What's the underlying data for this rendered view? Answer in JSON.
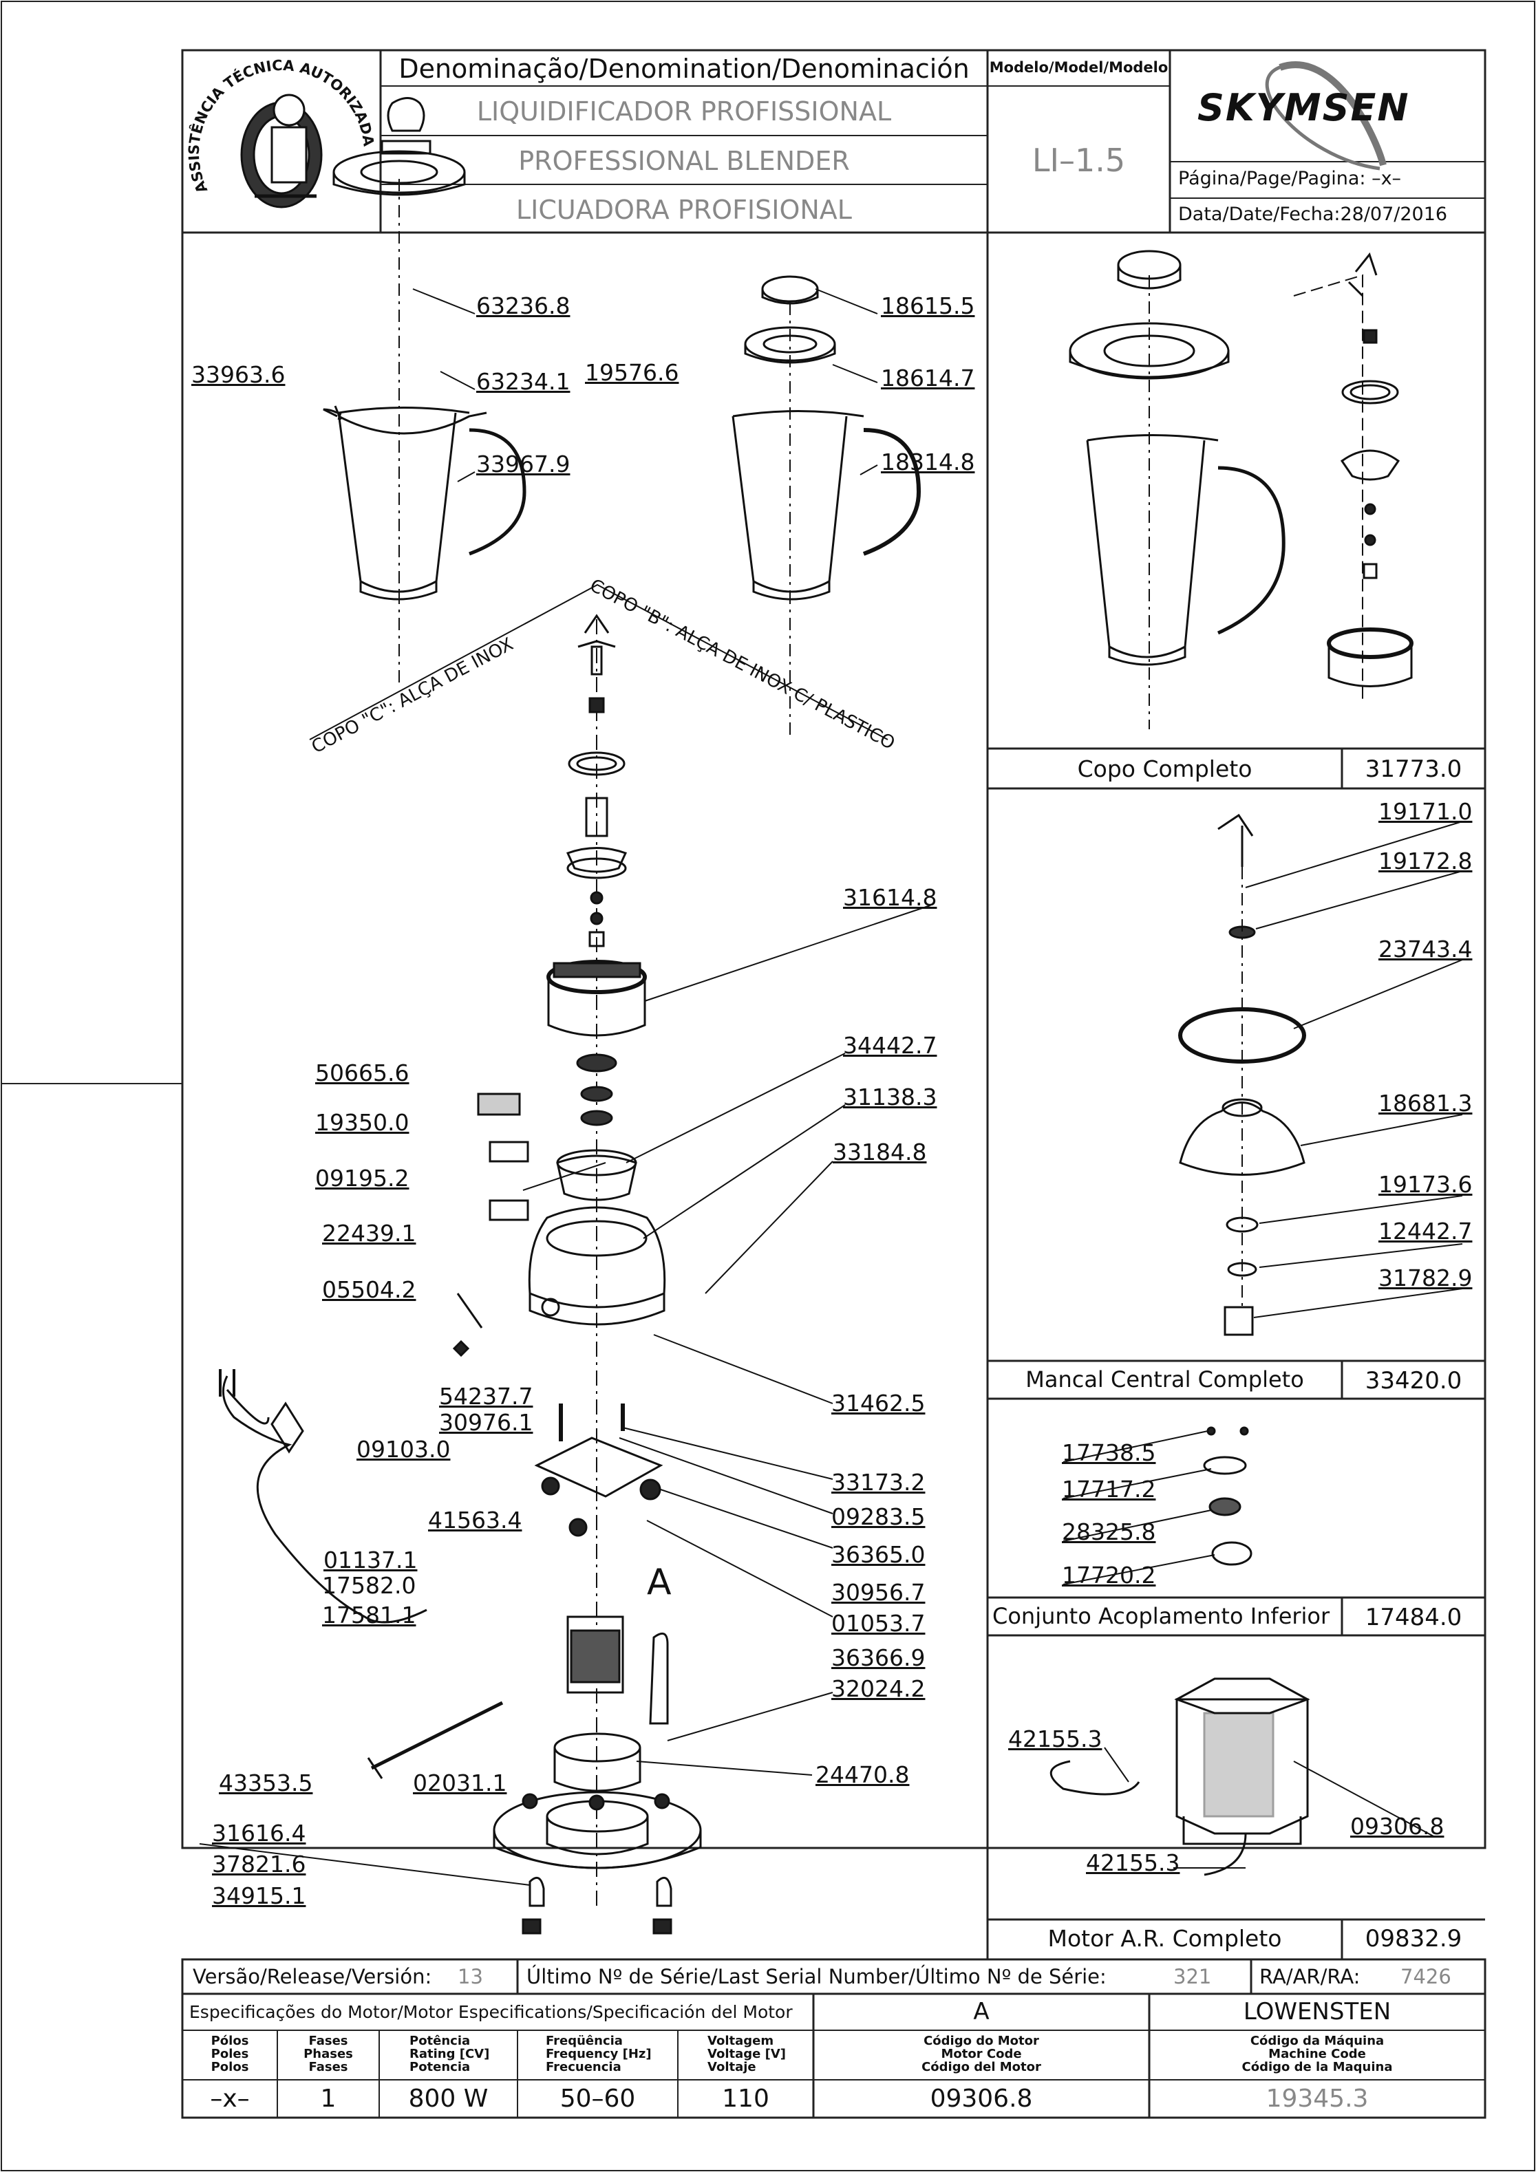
{
  "header": {
    "denomination_label": "Denominação/Denomination/Denominación",
    "name_pt": "LIQUIDIFICADOR  PROFISSIONAL",
    "name_en": "PROFESSIONAL  BLENDER",
    "name_es": "LICUADORA  PROFISIONAL",
    "model_label": "Modelo/Model/Modelo",
    "model_value": "LI–1.5",
    "brand": "SKYMSEN",
    "page_label": "Página/Page/Pagina:",
    "page_value": "–x–",
    "date_label": "Data/Date/Fecha:",
    "date_value": "28/07/2016",
    "seal_text": "ASSISTÊNCIA TÉCNICA AUTORIZADA"
  },
  "exploded_view": {
    "cup_c_caption": "COPO \"C\": ALÇA DE INOX",
    "cup_b_caption": "COPO \"B\": ALÇA DE INOX C/ PLASTICO",
    "detail_marker": "A",
    "labels": {
      "p63236": "63236.8",
      "p33963": "33963.6",
      "p63234": "63234.1",
      "p33967": "33967.9",
      "p18615": "18615.5",
      "p19576": "19576.6",
      "p18614": "18614.7",
      "p18314": "18314.8",
      "p31614": "31614.8",
      "p50665": "50665.6",
      "p34442": "34442.7",
      "p19350": "19350.0",
      "p31138": "31138.3",
      "p09195": "09195.2",
      "p33184": "33184.8",
      "p22439": "22439.1",
      "p05504": "05504.2",
      "p54237": "54237.7",
      "p31462": "31462.5",
      "p30976": "30976.1",
      "p09103": "09103.0",
      "p33173": "33173.2",
      "p09283": "09283.5",
      "p41563": "41563.4",
      "p36365": "36365.0",
      "p01137": "01137.1",
      "p30956": "30956.7",
      "p17582": "17582.0",
      "p17581": "17581.1",
      "p01053": "01053.7",
      "p36366": "36366.9",
      "p32024": "32024.2",
      "p43353": "43353.5",
      "p02031": "02031.1",
      "p24470": "24470.8",
      "p31616": "31616.4",
      "p37821": "37821.6",
      "p34915": "34915.1"
    }
  },
  "panels": {
    "cup": {
      "title": "Copo  Completo",
      "code": "31773.0"
    },
    "bearing": {
      "title": "Mancal  Central  Completo",
      "code": "33420.0",
      "labels": [
        "19171.0",
        "19172.8",
        "23743.4",
        "18681.3",
        "19173.6",
        "12442.7",
        "31782.9"
      ]
    },
    "coupling": {
      "title": "Conjunto  Acoplamento  Inferior",
      "code": "17484.0",
      "labels": [
        "17738.5",
        "17717.2",
        "28325.8",
        "17720.2"
      ]
    },
    "motor": {
      "title": "Motor  A.R.  Completo",
      "code": "09832.9",
      "labels": [
        "42155.3",
        "09306.8",
        "42155.3"
      ]
    }
  },
  "footer": {
    "version_label": "Versão/Release/Versión:",
    "version_value": "13",
    "serial_label": "Último  Nº  de  Série/Last  Serial  Number/Último  Nº  de  Série:",
    "serial_value": "321",
    "ra_label": "RA/AR/RA:",
    "ra_value": "7426",
    "spec_label": "Especificações  do  Motor/Motor  Especifications/Specificación  del  Motor",
    "spec_motor_letter": "A",
    "spec_brand": "LOWENSTEN",
    "col_poles": "Pólos\nPoles\nPolos",
    "col_phases": "Fases\nPhases\nFases",
    "col_power": "Potência\nRating  [CV]\nPotencia",
    "col_freq": "Freqüência\nFrequency  [Hz]\nFrecuencia",
    "col_volt": "Voltagem\nVoltage  [V]\nVoltaje",
    "col_motor_code": "Código  do  Motor\nMotor  Code\nCódigo  del  Motor",
    "col_machine_code": "Código  da  Máquina\nMachine  Code\nCódigo  de  la  Maquina",
    "val_poles": "–x–",
    "val_phases": "1",
    "val_power": "800  W",
    "val_freq": "50–60",
    "val_volt": "110",
    "val_motor_code": "09306.8",
    "val_machine_code": "19345.3"
  }
}
